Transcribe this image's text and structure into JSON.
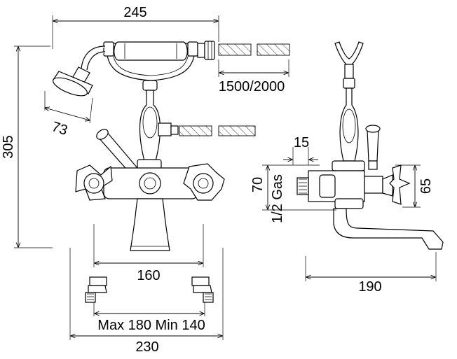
{
  "labels": {
    "width_total": "245",
    "hose_length": "1500/2000",
    "handshower_diameter": "73",
    "height_total": "305",
    "centers": "160",
    "adjustable_range": "Max 180 Min 140",
    "base_width": "230",
    "inlet_offset": "15",
    "body_height": "70",
    "thread_size": "1/2 Gas",
    "handle_height": "65",
    "spout_reach": "190"
  }
}
